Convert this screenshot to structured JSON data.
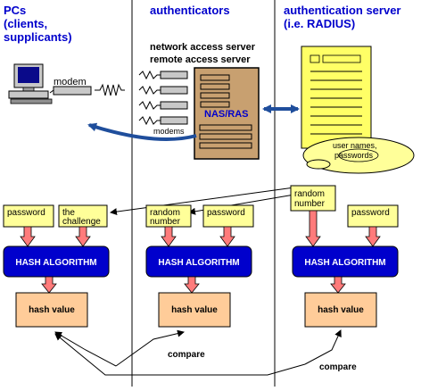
{
  "columns": {
    "pcs": [
      "PCs",
      "(clients,",
      "supplicants)"
    ],
    "authenticators": [
      "authenticators"
    ],
    "server": [
      "authentication server",
      "(i.e. RADIUS)"
    ]
  },
  "pc": {
    "modem_label": "modem"
  },
  "nas": {
    "title_lines": [
      "network access server",
      "remote access server"
    ],
    "box_label": "NAS/RAS",
    "modems_label": "modems"
  },
  "server_doc": {
    "disk_label_lines": [
      "user names,",
      "passwords"
    ]
  },
  "inputs": {
    "pc_password": "password",
    "pc_challenge": [
      "the",
      "challenge"
    ],
    "auth_random": [
      "random",
      "number"
    ],
    "auth_password": "password",
    "srv_random": [
      "random",
      "number"
    ],
    "srv_password": "password"
  },
  "hash": {
    "pc_algorithm": "HASH ALGORITHM",
    "auth_algorithm": "HASH ALGORITHM",
    "srv_algorithm": "HASH ALGORITHM",
    "pc_value": "hash value",
    "auth_value": "hash value",
    "srv_value": "hash value"
  },
  "compare": {
    "left": "compare",
    "right": "compare"
  },
  "colors": {
    "heading": "#0000cc",
    "yellow_box": "#ffff99",
    "hash_blue": "#0000cc",
    "hash_orange": "#ffcc99",
    "arrow_pink": "#ff7b7b",
    "link_blue": "#1f4e9c",
    "nas_brown": "#c8a070",
    "server_yellow": "#ffff66"
  }
}
